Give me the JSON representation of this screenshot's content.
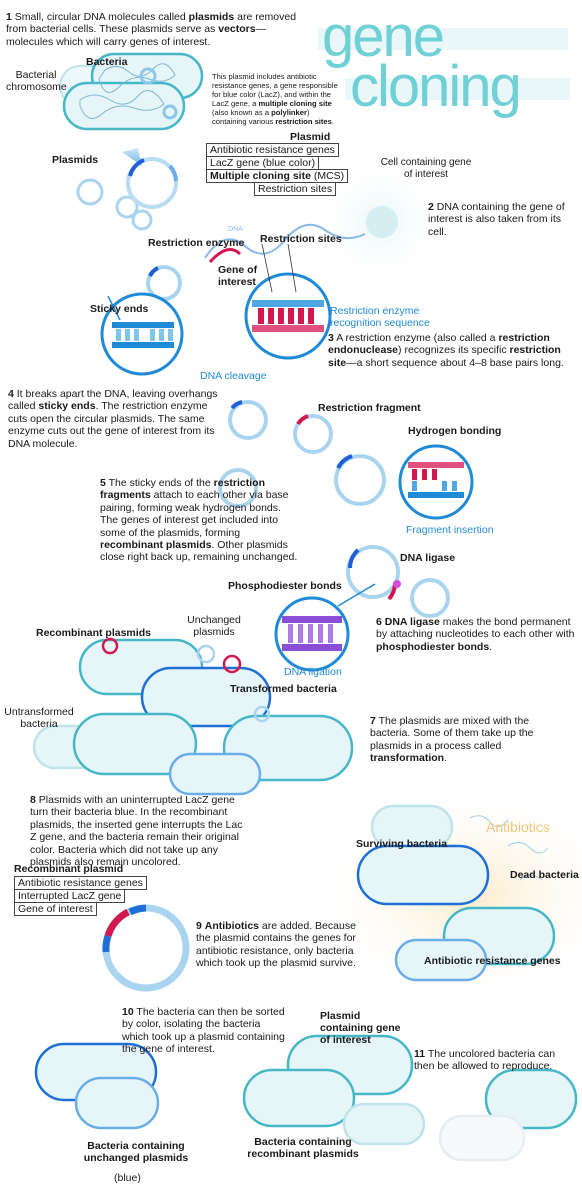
{
  "title": {
    "line1": "gene",
    "line2": "cloning"
  },
  "steps": {
    "s1_num": "1",
    "s1_a": "Small, circular DNA molecules called ",
    "s1_b": "plasmids",
    "s1_c": " are removed from bacterial cells. These plasmids serve as ",
    "s1_d": "vectors",
    "s1_e": "—molecules which will carry genes of interest.",
    "s2_num": "2",
    "s2": "DNA containing the gene of interest is also taken from its cell.",
    "s3_num": "3",
    "s3_a": "A restriction enzyme (also called a ",
    "s3_b": "restriction endonuclease",
    "s3_c": ") recognizes its specific ",
    "s3_d": "restriction site",
    "s3_e": "—a short sequence about 4–8 base pairs long.",
    "s4_num": "4",
    "s4_a": "It breaks apart the DNA, leaving overhangs called ",
    "s4_b": "sticky ends",
    "s4_c": ". The restriction enzyme cuts open the circular plasmids. The same enzyme cuts out the gene of interest from its DNA molecule.",
    "s5_num": "5",
    "s5_a": "The sticky ends of the ",
    "s5_b": "restriction fragments",
    "s5_c": " attach to each other via base pairing, forming weak hydrogen bonds. The genes of interest get included into some of the plasmids, forming ",
    "s5_d": "recombinant plasmids",
    "s5_e": ". Other plasmids close right back up, remaining unchanged.",
    "s6_num": "6",
    "s6_a": "DNA ligase",
    "s6_b": " makes the bond permanent by attaching nucleotides to each other with ",
    "s6_c": "phosphodiester bonds",
    "s6_d": ".",
    "s7_num": "7",
    "s7_a": "The plasmids are mixed with the bacteria. Some of them take up the plasmids in a process called ",
    "s7_b": "transformation",
    "s7_c": ".",
    "s8_num": "8",
    "s8": "Plasmids with an uninterrupted LacZ gene turn their bacteria blue. In the recombinant plasmids, the inserted gene interrupts the Lac Z gene, and the bacteria remain their original color. Bacteria which did not take up any plasmids also remain uncolored.",
    "s9_num": "9",
    "s9_a": "Antibiotics",
    "s9_b": " are added. Because the plasmid contains the genes for antibiotic resistance, only bacteria which took up the plasmid survive.",
    "s10_num": "10",
    "s10": "The bacteria can then be sorted by color, isolating the bacteria which took up a plasmid containing the gene of interest.",
    "s11_num": "11",
    "s11": "The uncolored bacteria can then be allowed to reproduce."
  },
  "plasmid_note": {
    "a": "This plasmid includes antibiotic resistance genes, a gene responsible for blue color (LacZ), and within the LacZ gene, a ",
    "b": "multiple cloning site",
    "c": " (also known as a ",
    "d": "polylinker",
    "e": ") containing various ",
    "f": "restriction sites",
    "g": "."
  },
  "labels": {
    "bacteria": "Bacteria",
    "bacterial_chromosome": "Bacterial chromosome",
    "plasmids": "Plasmids",
    "plasmid": "Plasmid",
    "antibiotic_resistance_genes": "Antibiotic resistance genes",
    "lacz_a": "LacZ gene",
    "lacz_b": " (blue color)",
    "mcs_a": "Multiple cloning site",
    "mcs_b": " (MCS)",
    "restriction_sites": "Restriction sites",
    "cell_gene": "Cell containing gene of interest",
    "dna": "DNA",
    "restriction_enzyme": "Restriction enzyme",
    "restriction_sites2": "Restriction sites",
    "gene_of_interest": "Gene of interest",
    "sticky_ends": "Sticky ends",
    "recog_seq": "Restriction enzyme recognition sequence",
    "dna_cleavage": "DNA cleavage",
    "restriction_fragment": "Restriction fragment",
    "hydrogen_bonding": "Hydrogen bonding",
    "fragment_insertion": "Fragment insertion",
    "dna_ligase": "DNA ligase",
    "phosphodiester_bonds": "Phosphodiester bonds",
    "dna_ligation": "DNA ligation",
    "recombinant_plasmids": "Recombinant plasmids",
    "unchanged_plasmids": "Unchanged plasmids",
    "transformed_bacteria": "Transformed bacteria",
    "untransformed_bacteria": "Untransformed bacteria",
    "antibiotics": "Antibiotics",
    "surviving_bacteria": "Surviving bacteria",
    "dead_bacteria": "Dead bacteria",
    "antibiotic_resistance_genes2": "Antibiotic resistance genes",
    "recombinant_plasmid": "Recombinant plasmid",
    "key_arg": "Antibiotic resistance genes",
    "key_lacz": "Interrupted LacZ gene",
    "key_goi": "Gene of interest",
    "plasmid_gene": "Plasmid containing gene of interest",
    "bact_unchanged": "Bacteria containing unchanged plasmids",
    "blue_note": "(blue)",
    "bact_recomb": "Bacteria containing recombinant plasmids"
  },
  "colors": {
    "teal": "#5cc8cc",
    "blue": "#1f6fd6",
    "light_blue": "#a9d4f0",
    "magenta": "#d2194f",
    "purple": "#8a4fd6",
    "label_blue": "#1f8ad6"
  }
}
